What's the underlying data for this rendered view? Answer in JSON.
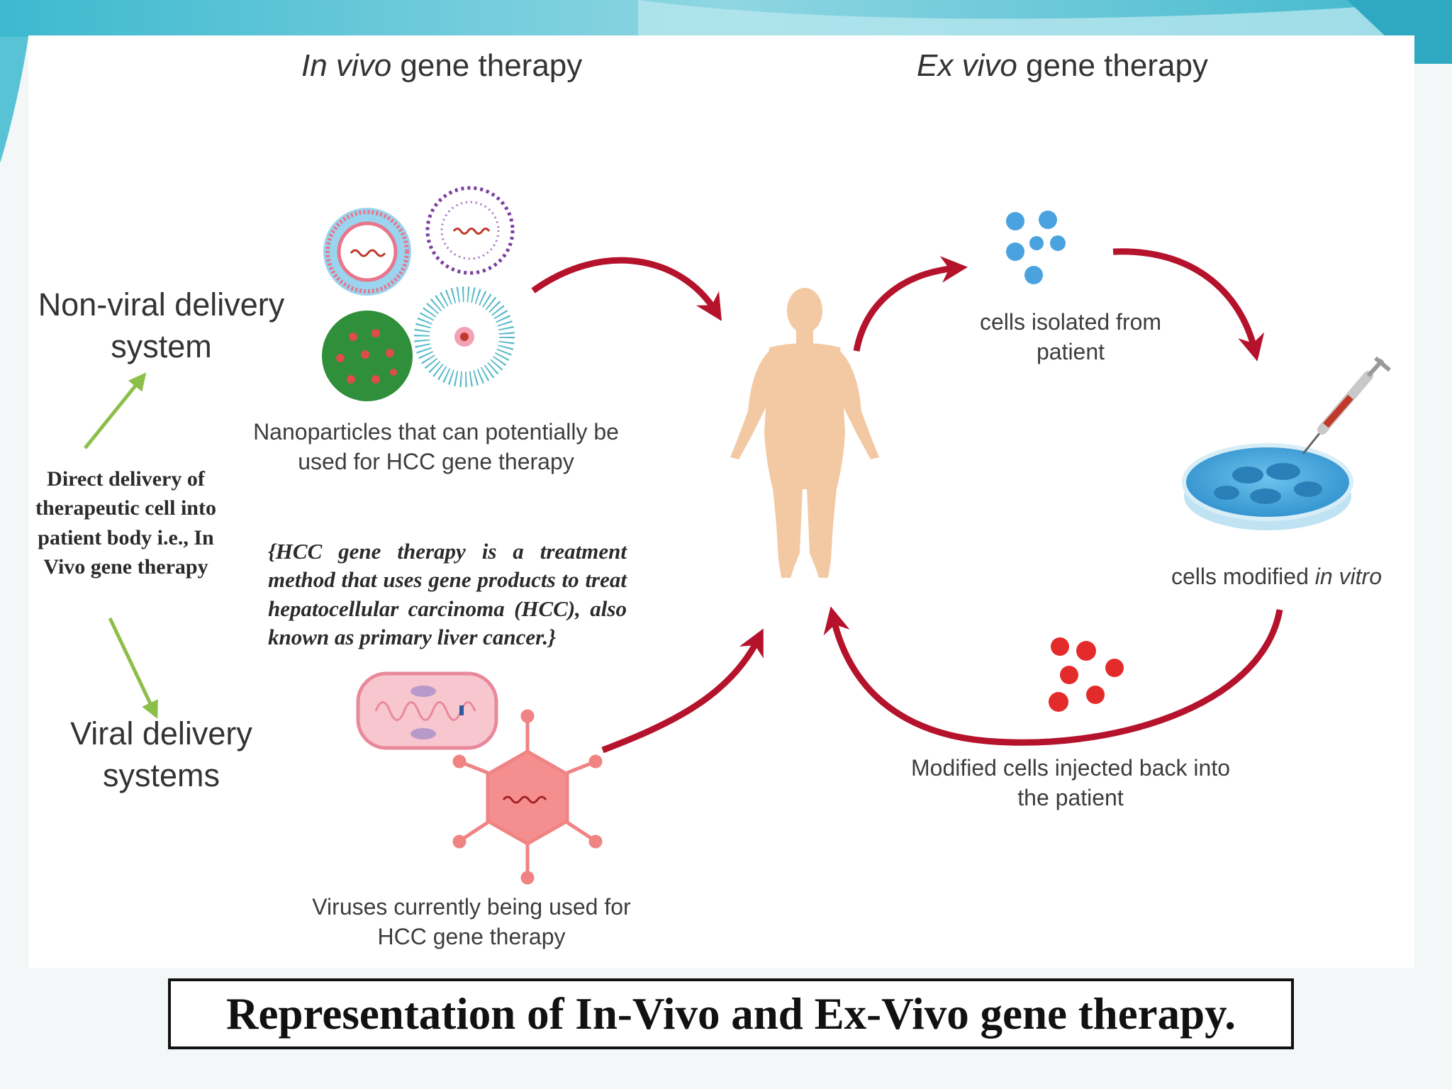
{
  "headers": {
    "in_vivo_italic": "In  vivo",
    "in_vivo_rest": " gene therapy",
    "ex_vivo_italic": "Ex  vivo",
    "ex_vivo_rest": " gene therapy"
  },
  "left": {
    "non_viral": "Non-viral delivery system",
    "direct_delivery": "Direct delivery of therapeutic cell into patient body i.e., In Vivo gene therapy",
    "viral": "Viral delivery systems"
  },
  "middle": {
    "nanoparticles_caption": "Nanoparticles that can potentially be used for HCC gene therapy",
    "hcc_note": "{HCC gene therapy is a treatment method that uses gene products to treat hepatocellular carcinoma (HCC), also known as primary liver cancer.}",
    "viruses_caption": "Viruses currently being used for HCC gene therapy"
  },
  "right": {
    "cells_isolated": "cells isolated from patient",
    "cells_modified": "cells modified",
    "in_vitro": "in vitro",
    "modified_injected": "Modified cells injected back into the patient"
  },
  "caption": "Representation of In-Vivo and Ex-Vivo gene therapy.",
  "colors": {
    "arrow_red": "#b5122b",
    "green_arrow": "#8cbf4a",
    "skin": "#f3c9a4",
    "blue_cell": "#4aa3df",
    "red_cell": "#e42b2b"
  }
}
